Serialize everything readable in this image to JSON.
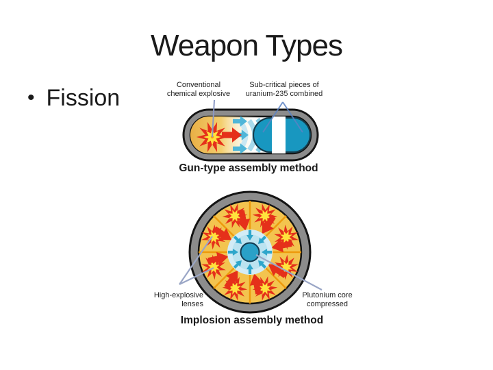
{
  "slide": {
    "title": "Weapon Types",
    "bullet_char": "•",
    "bullets": [
      "Fission"
    ]
  },
  "figures": {
    "gun_type": {
      "labels": {
        "left": "Conventional\nchemical explosive",
        "right": "Sub-critical pieces of\nuranium-235 combined"
      },
      "caption": "Gun-type assembly method"
    },
    "implosion": {
      "labels": {
        "left": "High-explosive\nlenses",
        "right": "Plutonium core\ncompressed"
      },
      "caption": "Implosion assembly method"
    }
  },
  "colors": {
    "background": "#FFFFFF",
    "title_text": "#1A1A1A",
    "casing_gray": "#8C8C8C",
    "outline_black": "#141414",
    "explosive_gold": "#F2C353",
    "divider_orange": "#ED9A0C",
    "explosion_red": "#E5301A",
    "starburst_yellow": "#FFE23C",
    "uranium_blue": "#1897C0",
    "shockwave_cyan": "#4FB6D8",
    "implosion_arrow_cyan": "#2FA6CB",
    "core_teal": "#2AA1C8",
    "pale_blue_tamper": "#D3ECF6",
    "pointer_line_slate": "#9AA6C6",
    "pointer_line_blue": "#5B82C4"
  }
}
